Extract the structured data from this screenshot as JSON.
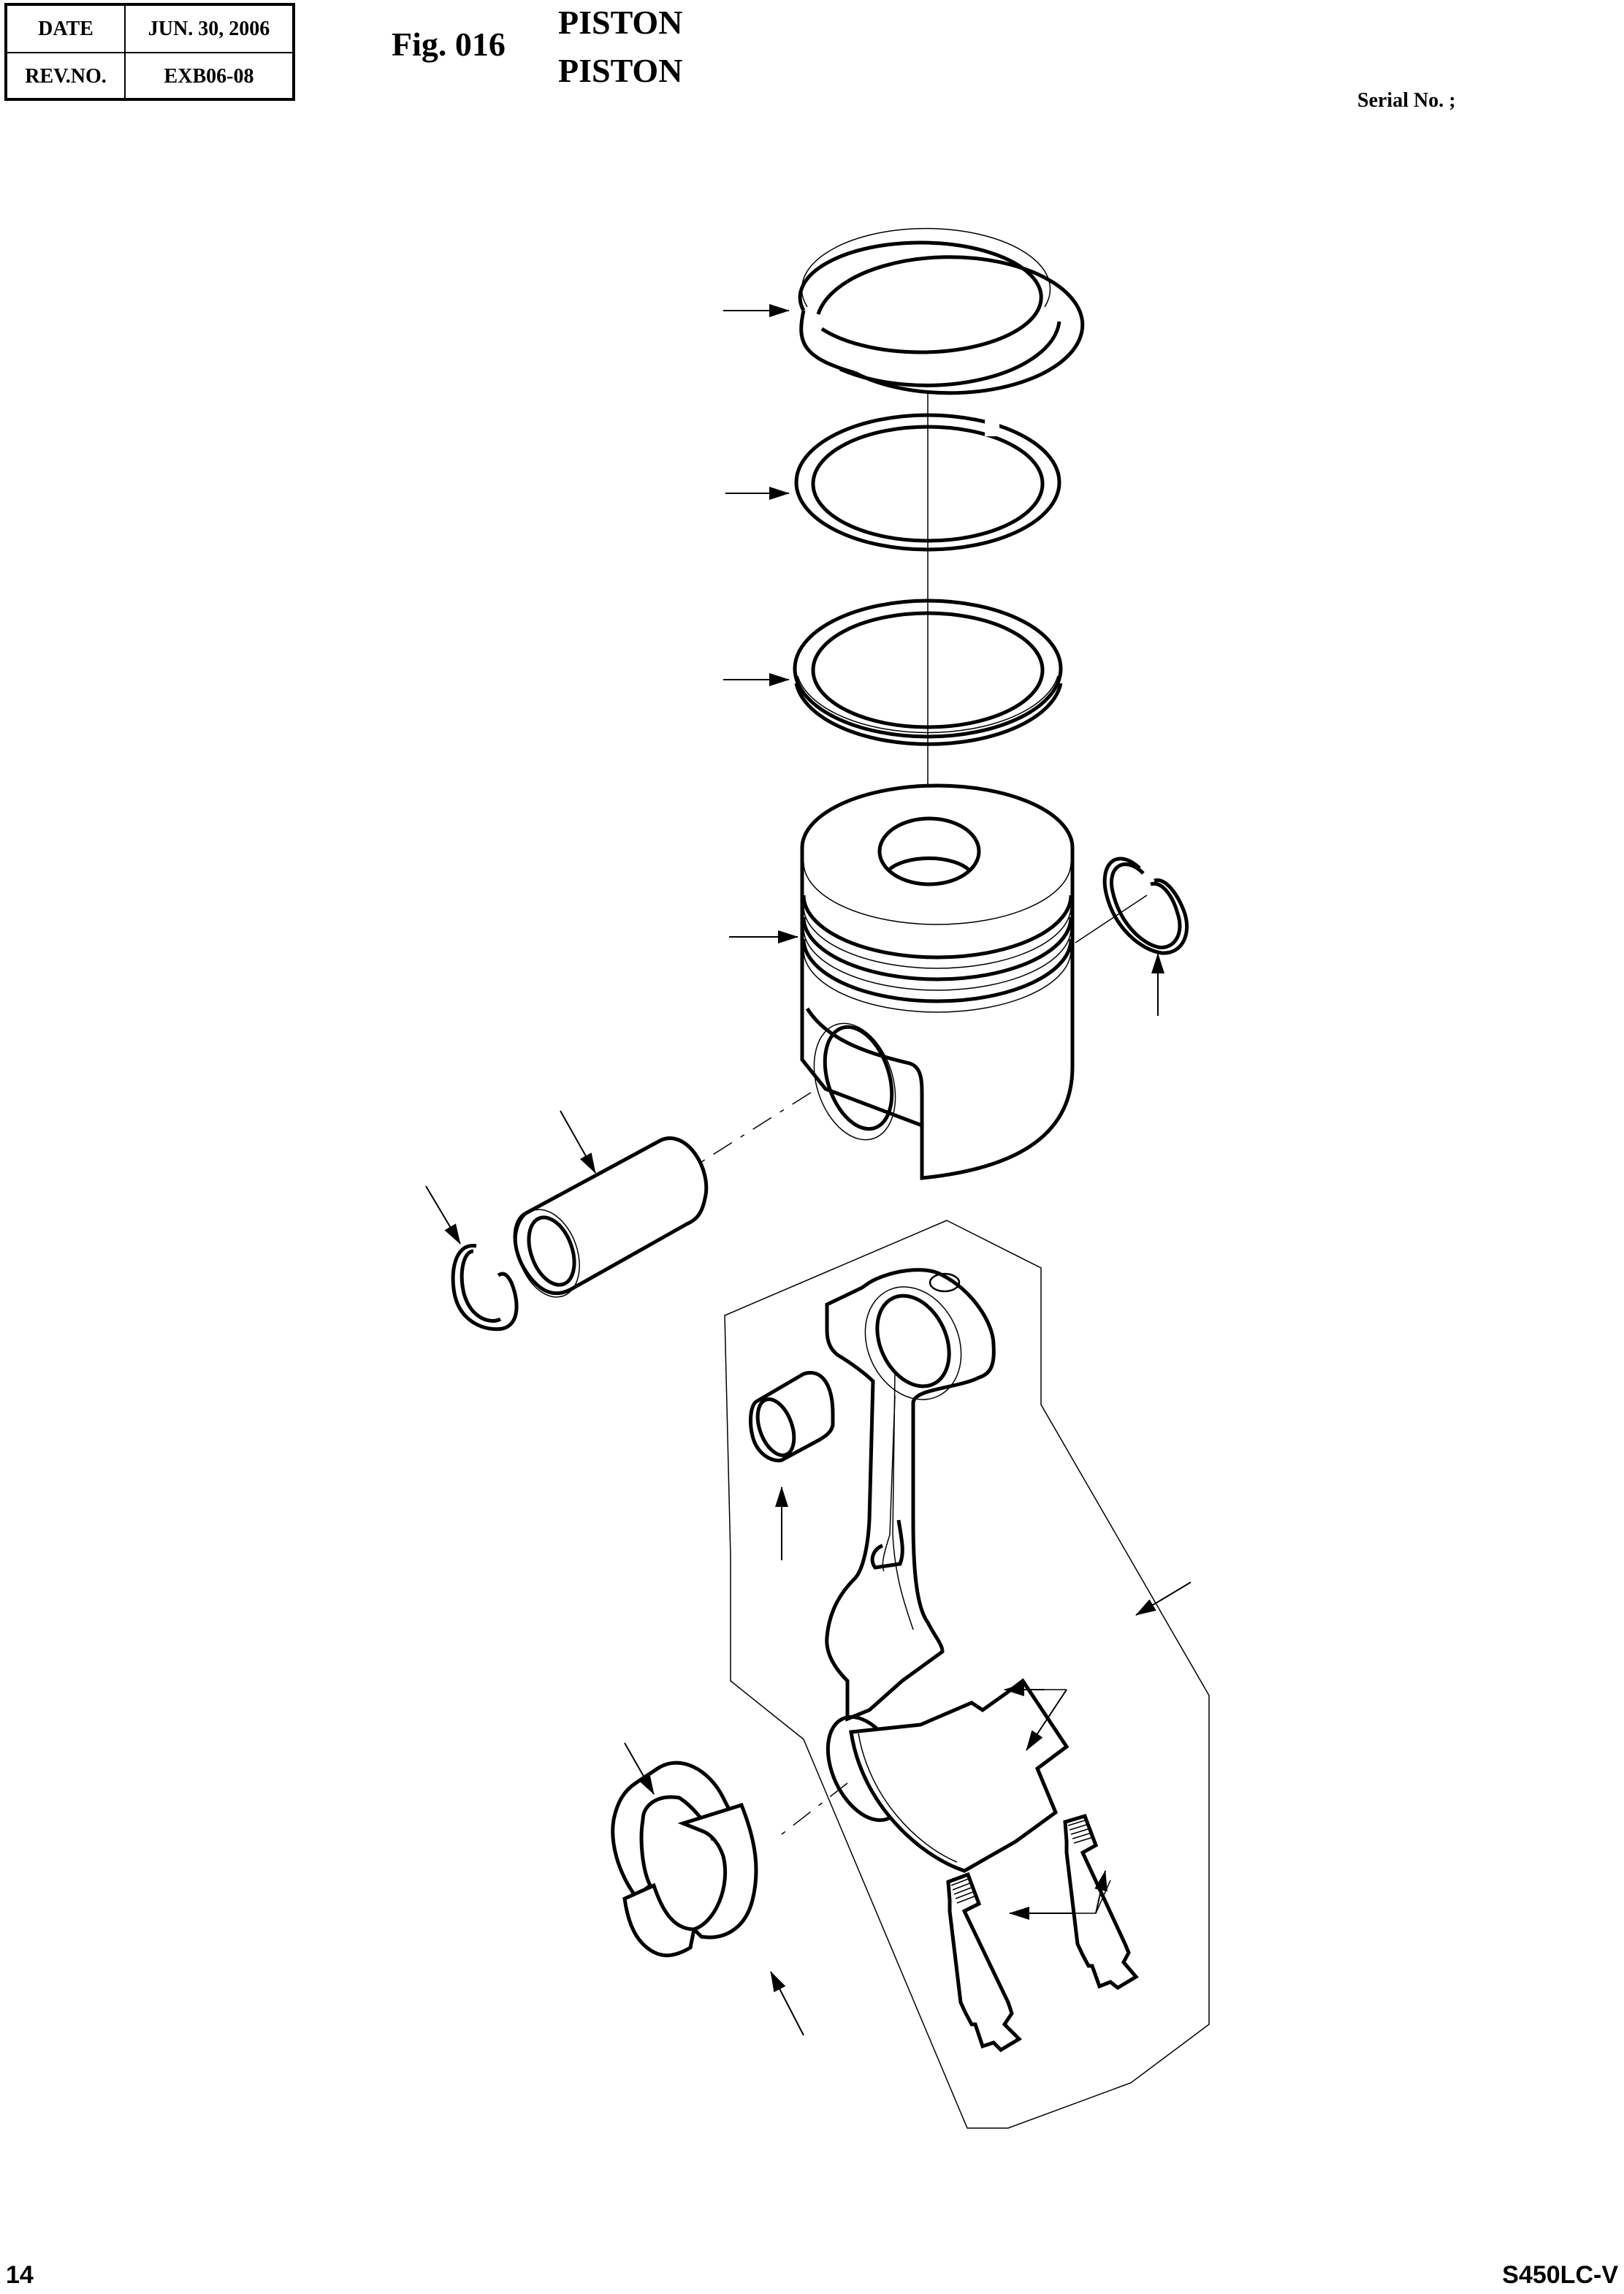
{
  "header": {
    "info_table": {
      "date_label": "DATE",
      "date_value": "JUN. 30, 2006",
      "rev_label": "REV.NO.",
      "rev_value": "EXB06-08"
    },
    "figure_number": "Fig. 016",
    "titles": [
      "PISTON",
      "PISTON"
    ],
    "serial_label": "Serial No. ;"
  },
  "diagram": {
    "type": "exploded parts diagram",
    "subject": "Piston and connecting rod assembly",
    "parts": [
      {
        "name": "top-compression-ring",
        "callout": "arrow-left"
      },
      {
        "name": "second-compression-ring",
        "callout": "arrow-left"
      },
      {
        "name": "oil-control-ring",
        "callout": "arrow-left"
      },
      {
        "name": "piston",
        "callout": "arrow-left"
      },
      {
        "name": "snap-ring-right",
        "callout": "arrow-up"
      },
      {
        "name": "piston-pin",
        "callout": "arrow-diagonal"
      },
      {
        "name": "snap-ring-left",
        "callout": "arrow-diagonal"
      },
      {
        "name": "small-end-bushing",
        "callout": "arrow-up"
      },
      {
        "name": "connecting-rod-assembly",
        "callout": "arrow-to-boundary"
      },
      {
        "name": "rod-cap-alignment",
        "callout": "double-arrow"
      },
      {
        "name": "big-end-bearing-upper",
        "callout": "arrow-diagonal"
      },
      {
        "name": "big-end-bearing-lower",
        "callout": "arrow-diagonal"
      },
      {
        "name": "connecting-rod-bolts",
        "callout": "double-arrow"
      }
    ]
  },
  "footer": {
    "page_number": "14",
    "model": "S450LC-V"
  }
}
